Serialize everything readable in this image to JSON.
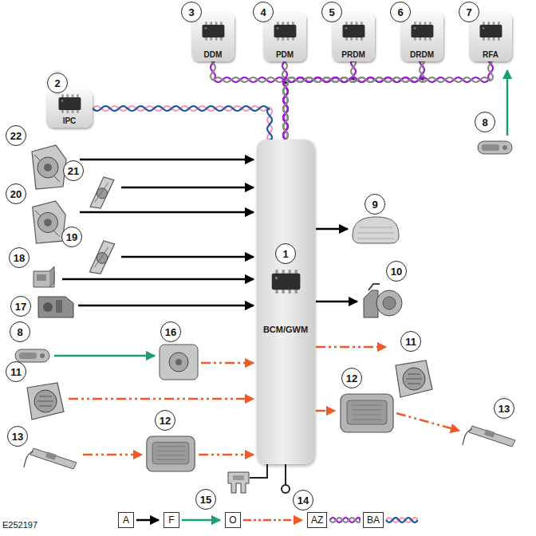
{
  "diagram": {
    "nodes": [
      {
        "text": [
          "DDM"
        ]
      },
      {
        "text": [
          "PDM"
        ]
      },
      {
        "text": [
          "PRDM"
        ]
      },
      {
        "text": [
          "DRDM"
        ]
      },
      {
        "text": [
          "RFA"
        ]
      },
      {
        "text": [
          "IPC"
        ]
      },
      {
        "text": [
          "BCM/GWM"
        ]
      }
    ],
    "edges": [
      {
        "from": 6,
        "to": 0,
        "arrow": "none"
      },
      {
        "from": 6,
        "to": 1,
        "arrow": "none"
      },
      {
        "from": 6,
        "to": 2,
        "arrow": "none"
      },
      {
        "from": 6,
        "to": 3,
        "arrow": "none"
      },
      {
        "from": 6,
        "to": 4,
        "arrow": "none"
      },
      {
        "from": 5,
        "to": 6,
        "arrow": "none"
      }
    ],
    "labels": [
      "2",
      "3",
      "4",
      "5",
      "6",
      "7",
      "8",
      "22",
      "21",
      "20",
      "19",
      "18",
      "1",
      "17",
      "9",
      "10",
      "8",
      "16",
      "11",
      "11",
      "12",
      "13",
      "12",
      "13",
      "15",
      "14",
      "E252197"
    ],
    "legend": [
      {
        "text": "A"
      },
      {
        "text": "F"
      },
      {
        "text": "O"
      },
      {
        "text": "AZ"
      },
      {
        "text": "BA"
      }
    ]
  }
}
